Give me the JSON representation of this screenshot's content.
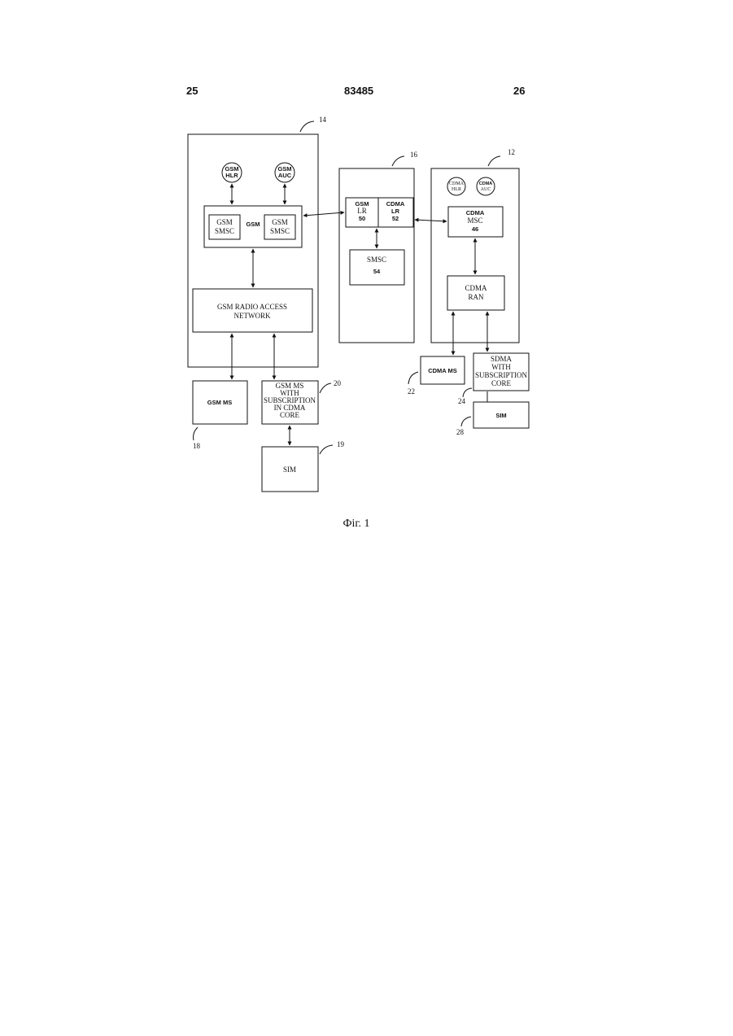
{
  "header": {
    "page_left": "25",
    "patent_number": "83485",
    "page_right": "26"
  },
  "refs": {
    "r14": "14",
    "r16": "16",
    "r12": "12",
    "r20": "20",
    "r22": "22",
    "r18": "18",
    "r19": "19",
    "r24": "24",
    "r28": "28"
  },
  "gsm": {
    "hlr_l1": "GSM",
    "hlr_l2": "HLR",
    "auc_l1": "GSM",
    "auc_l2": "AUC",
    "smsc_a_l1": "GSM",
    "smsc_a_l2": "SMSC",
    "mid_label": "GSM",
    "smsc_b_l1": "GSM",
    "smsc_b_l2": "SMSC",
    "ran_l1": "GSM RADIO ACCESS",
    "ran_l2": "NETWORK",
    "ms": "GSM MS",
    "ms_sub_l1": "GSM MS",
    "ms_sub_l2": "WITH",
    "ms_sub_l3": "SUBSCRIPTION",
    "ms_sub_l4": "IN CDMA",
    "ms_sub_l5": "CORE",
    "sim": "SIM"
  },
  "iwf": {
    "gsm_lr_l1": "GSM",
    "gsm_lr_l2": "LR",
    "gsm_lr_l3": "50",
    "cdma_lr_l1": "CDMA",
    "cdma_lr_l2": "LR",
    "cdma_lr_l3": "52",
    "smsc_l1": "SMSC",
    "smsc_l2": "54"
  },
  "cdma": {
    "hlr_l1": "CDMA",
    "hlr_l2": "HLR",
    "auc_l1": "CDMA",
    "auc_l2": "AUC",
    "msc_l1": "CDMA",
    "msc_l2": "MSC",
    "msc_l3": "46",
    "ran_l1": "CDMA",
    "ran_l2": "RAN",
    "ms": "CDMA MS",
    "sdma_l1": "SDMA",
    "sdma_l2": "WITH",
    "sdma_l3": "SUBSCRIPTION",
    "sdma_l4": "CORE",
    "sim": "SIM"
  },
  "caption": "Фіг. 1"
}
